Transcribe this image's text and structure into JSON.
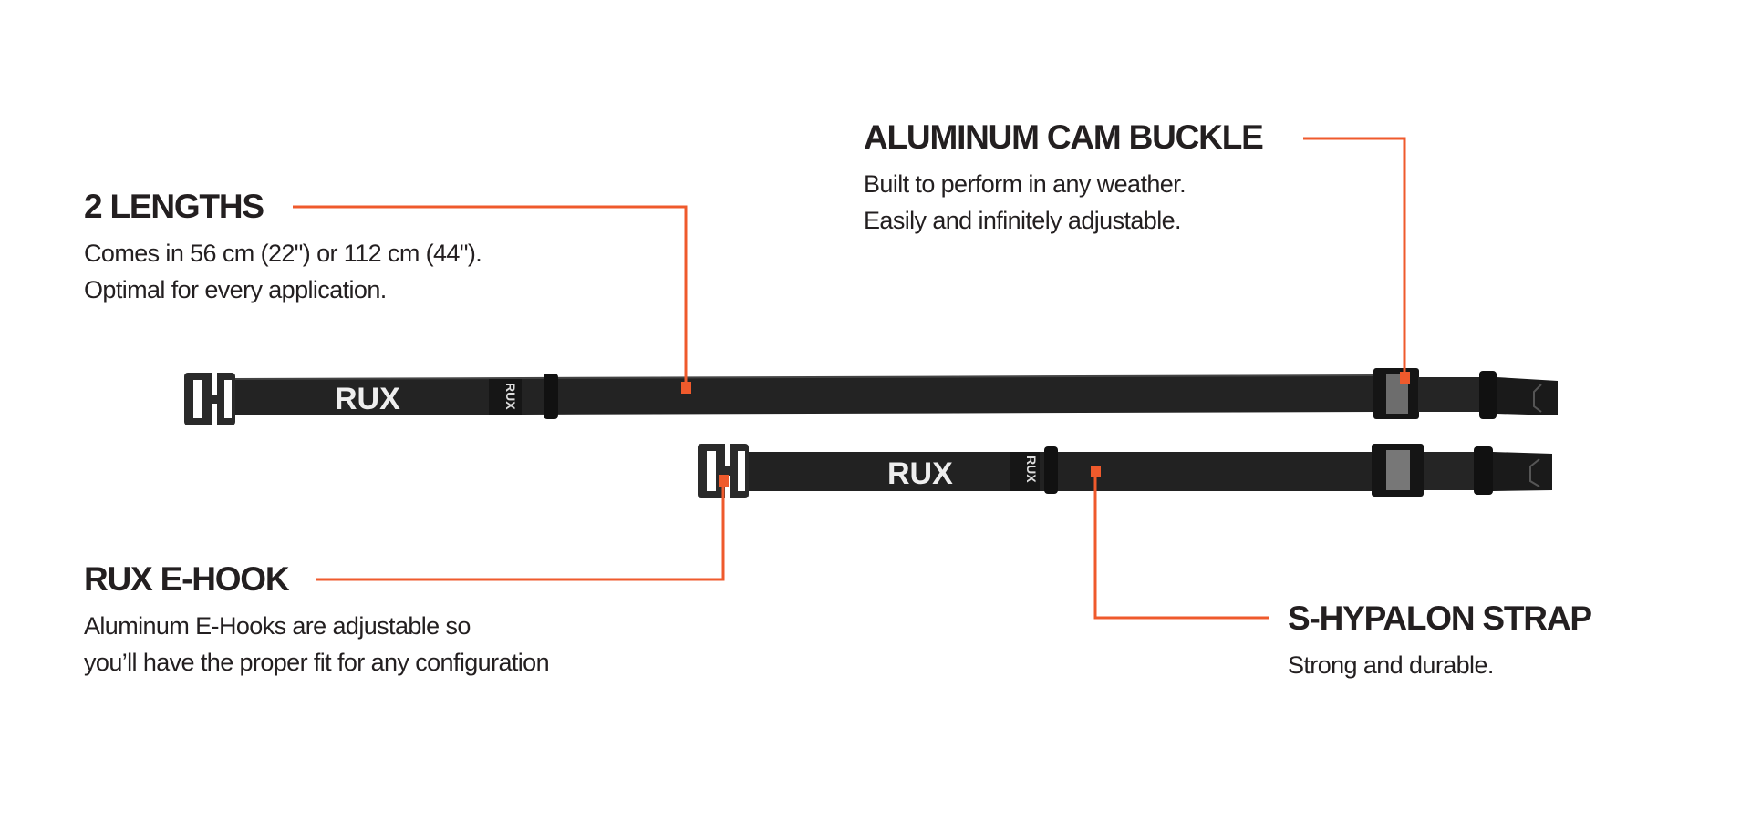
{
  "callouts": {
    "lengths": {
      "title": "2 LENGTHS",
      "lines": [
        "Comes in 56 cm (22\") or 112 cm (44\").",
        "Optimal for every application."
      ]
    },
    "cam_buckle": {
      "title": "ALUMINUM CAM BUCKLE",
      "lines": [
        "Built to perform in any weather.",
        "Easily and infinitely adjustable."
      ]
    },
    "e_hook": {
      "title": "RUX E-HOOK",
      "lines": [
        "Aluminum E-Hooks are adjustable so",
        "you’ll have the proper fit for any configuration"
      ]
    },
    "strap": {
      "title": "S-HYPALON STRAP",
      "lines": [
        "Strong and durable."
      ]
    }
  },
  "brand_logo_text": "RUX",
  "colors": {
    "accent": "#ef5a2c",
    "text": "#231f20",
    "strap": "#1e1e1e"
  }
}
